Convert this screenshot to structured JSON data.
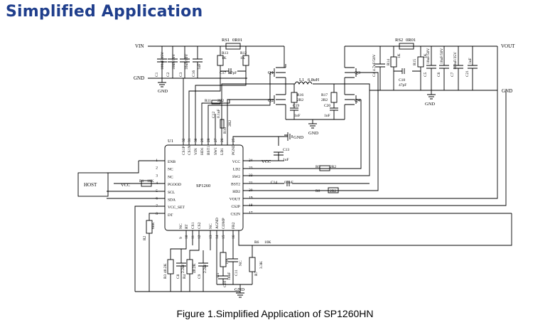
{
  "page": {
    "heading": "Simplified Application",
    "caption": "Figure 1.Simplified Application of SP1260HN"
  },
  "schematic": {
    "ic": {
      "ref": "U1",
      "name": "SP1260"
    },
    "host": "HOST",
    "nets": {
      "vin": "VIN",
      "gnd_left": "GND",
      "vout": "VOUT",
      "gnd_right": "GND",
      "gnd": "GND",
      "vcc": "VCC"
    },
    "left_pins": [
      {
        "num": "1",
        "name": "ENB"
      },
      {
        "num": "2",
        "name": "NC"
      },
      {
        "num": "3",
        "name": "NC"
      },
      {
        "num": "4",
        "name": "PGOOD"
      },
      {
        "num": "5",
        "name": "SCL"
      },
      {
        "num": "6",
        "name": "SDA"
      },
      {
        "num": "7",
        "name": "VCC_SET"
      },
      {
        "num": "8",
        "name": "DT"
      }
    ],
    "right_pins": [
      {
        "num": "24",
        "name": "VCC"
      },
      {
        "num": "23",
        "name": "LD2"
      },
      {
        "num": "22",
        "name": "SW2"
      },
      {
        "num": "21",
        "name": "BST2"
      },
      {
        "num": "20",
        "name": "HD2"
      },
      {
        "num": "19",
        "name": "VOUT"
      },
      {
        "num": "18",
        "name": "CS2P"
      },
      {
        "num": "17",
        "name": "CS2N"
      }
    ],
    "top_pins": [
      {
        "num": "32",
        "name": "CS1P"
      },
      {
        "num": "31",
        "name": "CS1N"
      },
      {
        "num": "30",
        "name": "VIN"
      },
      {
        "num": "29",
        "name": "HD1"
      },
      {
        "num": "28",
        "name": "BST1"
      },
      {
        "num": "27",
        "name": "SW1"
      },
      {
        "num": "26",
        "name": "LD1"
      },
      {
        "num": "25",
        "name": "PGND"
      }
    ],
    "bottom_pins": [
      {
        "num": "9",
        "name": "NC"
      },
      {
        "num": "10",
        "name": "RT"
      },
      {
        "num": "11",
        "name": "CS1"
      },
      {
        "num": "12",
        "name": "CS2"
      },
      {
        "num": "13",
        "name": "NC"
      },
      {
        "num": "14",
        "name": "AGND"
      },
      {
        "num": "15",
        "name": "COMP"
      },
      {
        "num": "16",
        "name": "FB2"
      }
    ],
    "components": {
      "rs1": "RS1",
      "rs1_val": "0R01",
      "rs2": "RS2",
      "rs2_val": "0R01",
      "l1": "L1",
      "l1_val": "6.8uH",
      "q1": "Q1",
      "q2": "Q2",
      "q3": "Q3",
      "q4": "Q4",
      "c1": "C1",
      "c1_val": "100uF/35V",
      "c2": "C2",
      "c2_val": "10uF/50V",
      "c3": "C3",
      "c3_val": "10uF/50V",
      "c16": "C16",
      "c16_val": "1uF",
      "r13": "R13",
      "r13_val": "1K",
      "r12": "R12",
      "r12_val": "1K",
      "c17": "C17",
      "c17_val": "47pF",
      "r11": "R11",
      "r11_val": "2R2",
      "c12": "C12",
      "c12_val": "0.1uF",
      "r10": "R10",
      "r10_val": "2R2",
      "r16": "R16",
      "r16_val": "2R2",
      "c19": "C19",
      "c19_val": "1nF",
      "r17": "R17",
      "r17_val": "2R2",
      "c20": "C20",
      "c20_val": "1nF",
      "c4": "C4",
      "c4_val": "4.7uF/50V",
      "r14": "R14",
      "r14_val": "1K",
      "r15": "R15",
      "r15_val": "1K",
      "c18": "C18",
      "c18_val": "47pF",
      "c5": "C5",
      "c5_val": "10uF/50V",
      "c6": "C6",
      "c6_val": "10uF/50V",
      "c7": "C7",
      "c7_val": "100uF/35V",
      "c21": "C21",
      "c21_val": "1uF",
      "c13": "C13",
      "c13_val": "1uF",
      "r9": "R9",
      "r9_val": "2R2",
      "c14": "C14",
      "c14_val": "0.1uF",
      "r8": "R8",
      "r8_val": "2R2",
      "r1": "R1",
      "r1_val": "10K",
      "r2": "R2",
      "r2_val": "68K",
      "r3": "R3",
      "r3_val": "40.2K",
      "c8": "C8",
      "c8_val": "2.2uF",
      "r4": "R4",
      "r4_val": "40.2K",
      "c9": "C9",
      "c9_val": "2.2uF",
      "r5": "R5",
      "r5_val": "10K",
      "c10": "C10",
      "c10_val": "10nF",
      "c11": "C11",
      "c11_val": "NC",
      "r6": "R6",
      "r6_val": "10K",
      "r7": "R7",
      "r7_val": "3.3K"
    }
  }
}
